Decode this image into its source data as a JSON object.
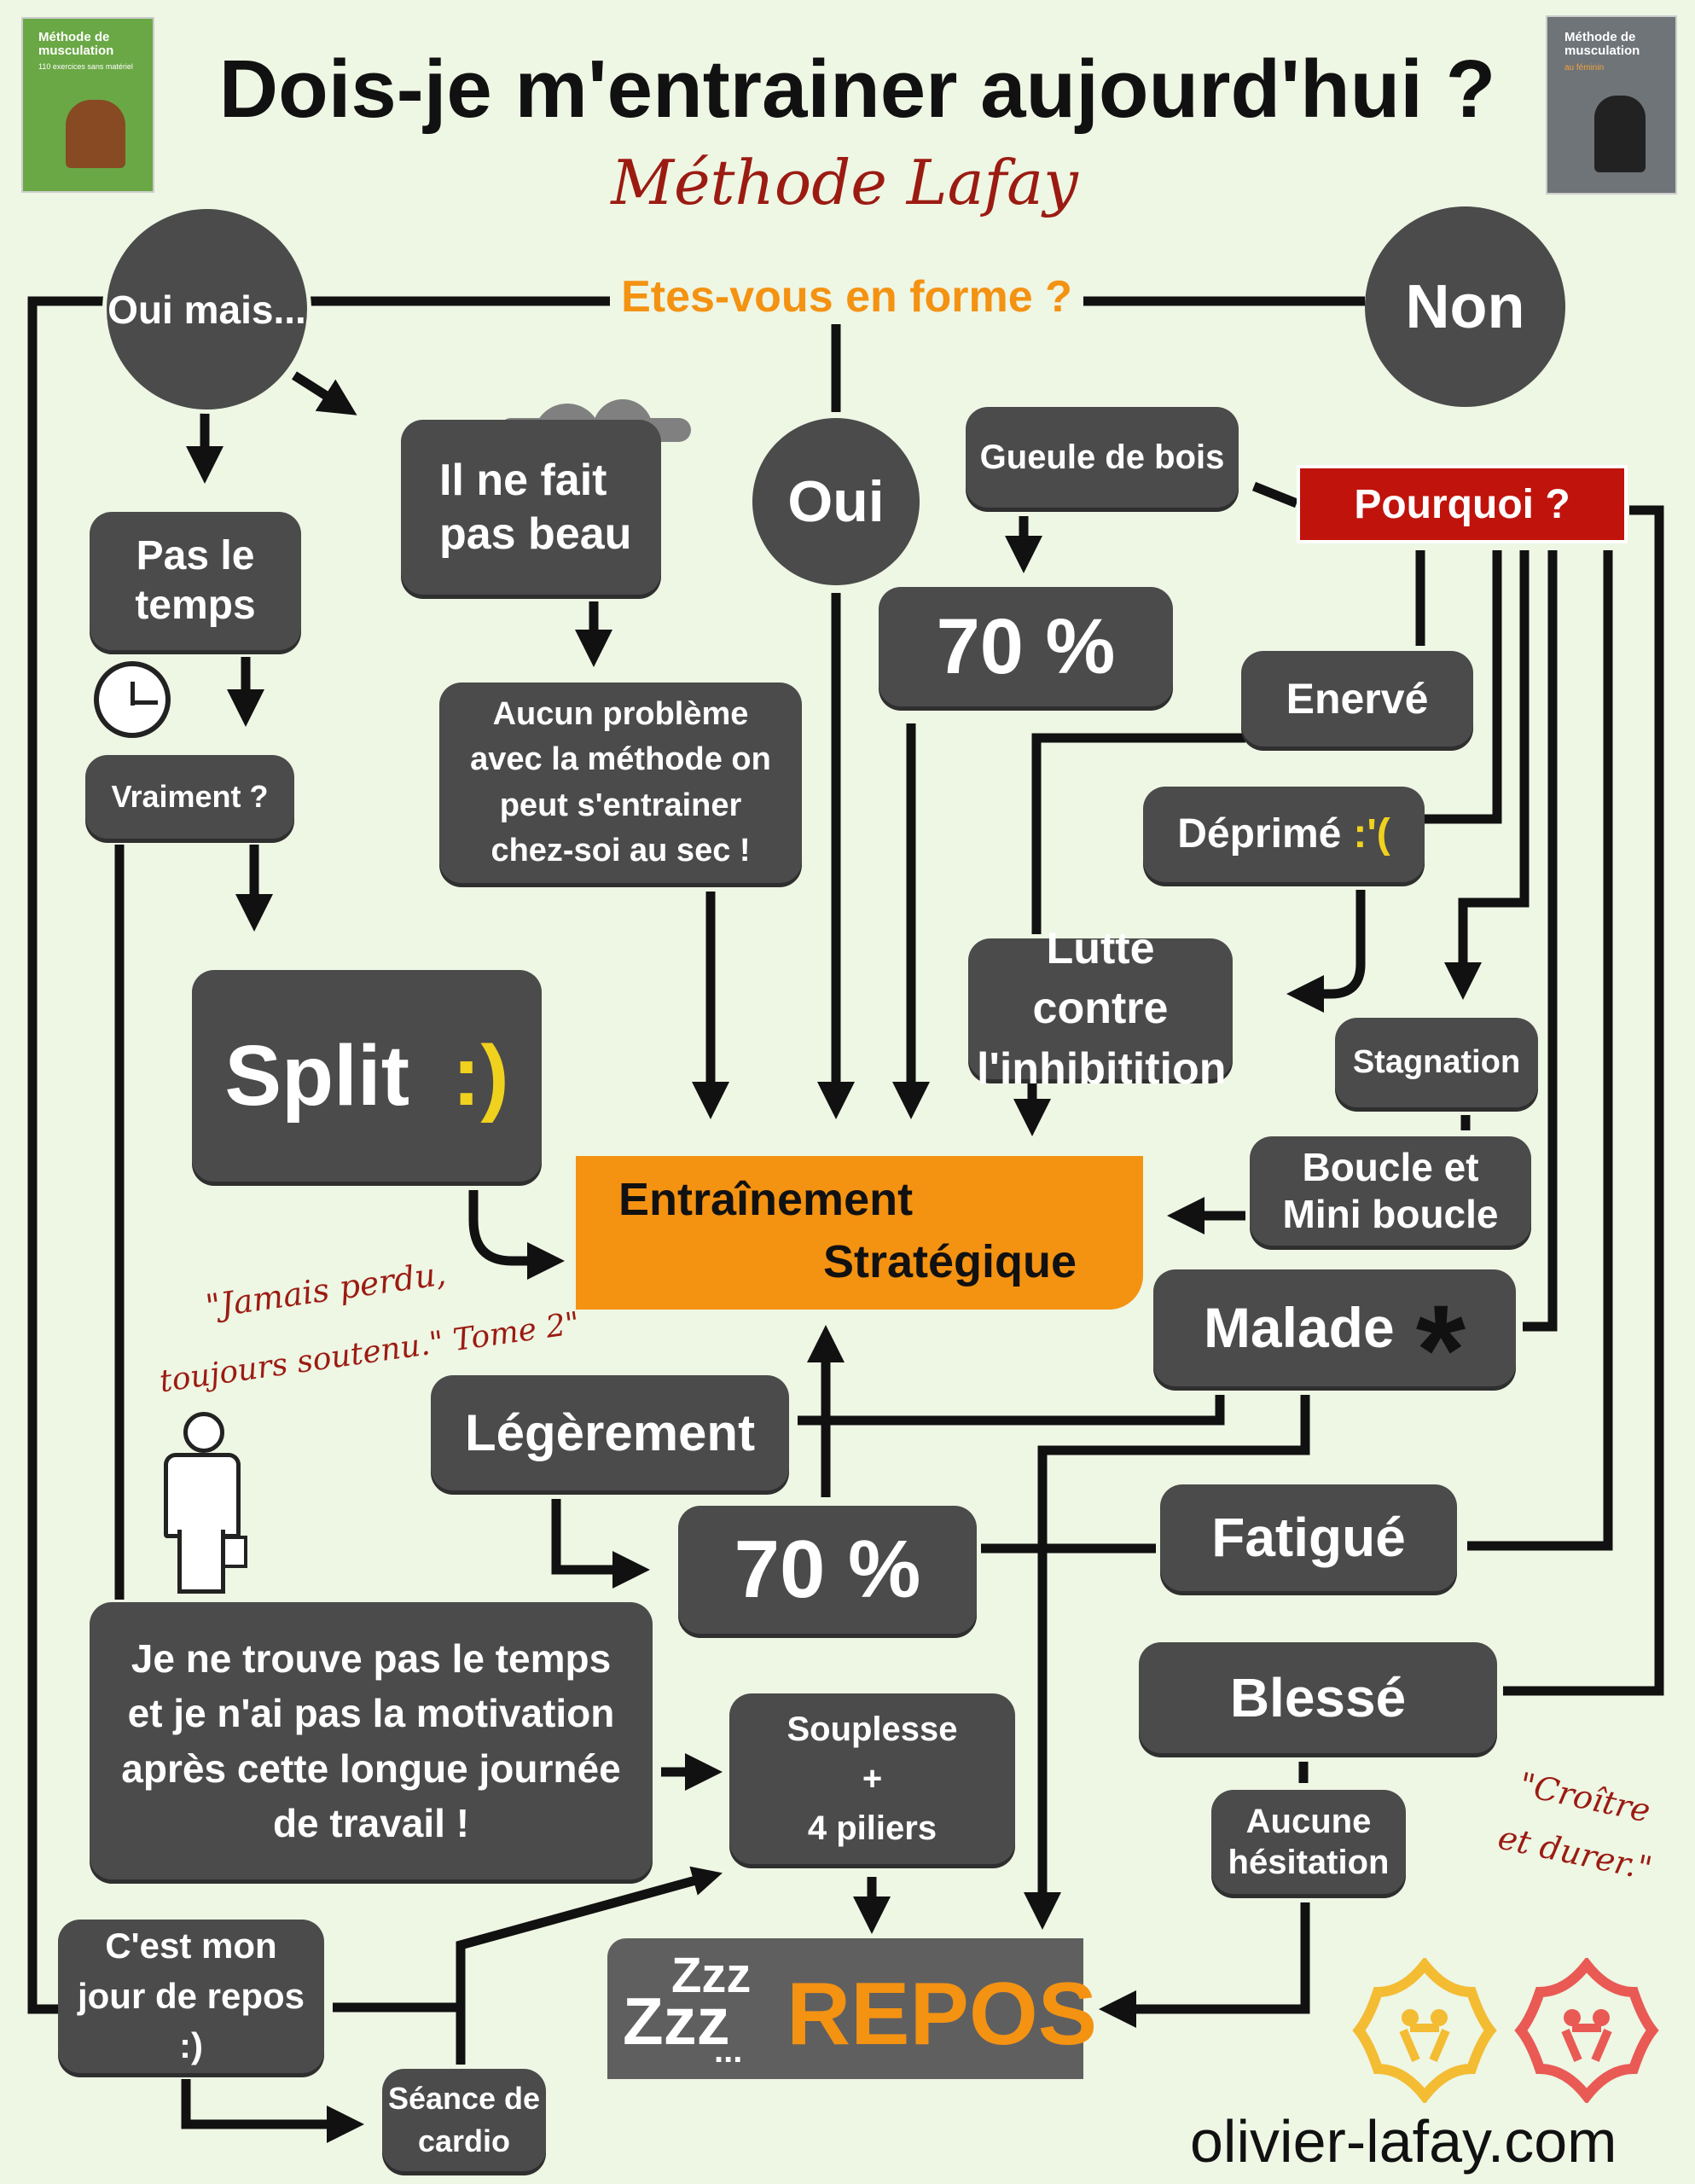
{
  "header": {
    "title": "Dois-je m'entrainer aujourd'hui ?",
    "subtitle": "Méthode Lafay",
    "book_left": {
      "title": "Méthode de musculation",
      "subtitle": "110 exercices sans matériel"
    },
    "book_right": {
      "title": "Méthode de musculation",
      "subtitle": "au féminin"
    }
  },
  "question": "Etes-vous en forme ?",
  "circles": {
    "oui_mais": "Oui mais...",
    "non": "Non",
    "oui": "Oui"
  },
  "left": {
    "pas_le_temps": "Pas le temps",
    "vraiment": "Vraiment ?",
    "split": "Split",
    "split_smiley": ":)",
    "il_ne_fait_pas_beau": "Il ne fait pas beau",
    "aucun_probleme": "Aucun problème avec la méthode on peut s'entrainer chez-soi au sec !"
  },
  "right": {
    "gueule_de_bois": "Gueule de bois",
    "pct_top": "70 %",
    "pourquoi": "Pourquoi ?",
    "enerve": "Enervé",
    "deprime": "Déprimé",
    "deprime_smiley": ":'(",
    "lutte": "Lutte contre l'inhibitition",
    "stagnation": "Stagnation",
    "boucle": "Boucle et Mini boucle",
    "malade": "Malade",
    "fatigue": "Fatigué",
    "blesse": "Blessé",
    "aucune_hesitation": "Aucune hésitation"
  },
  "center": {
    "entrainement_line1": "Entraînement",
    "entrainement_line2": "Stratégique",
    "legerement": "Légèrement",
    "pct_bottom": "70 %",
    "souplesse_line1": "Souplesse",
    "souplesse_line2": "+",
    "souplesse_line3": "4 piliers",
    "repos": "REPOS",
    "zzz1": "Zzz",
    "zzz2": "Zzz",
    "zzz_dots": "..."
  },
  "bottom_left": {
    "motivation": "Je ne trouve pas le temps et je n'ai pas la motivation après cette longue journée de travail !",
    "jour_de_repos": "C'est mon jour de repos :)",
    "cardio": "Séance de cardio"
  },
  "quotes": {
    "quote1_line1": "\"Jamais perdu,",
    "quote1_line2": "toujours soutenu.\" Tome 2\"",
    "quote2_line1": "\"Croître",
    "quote2_line2": "et durer.\""
  },
  "footer": {
    "website": "olivier-lafay.com"
  },
  "colors": {
    "box": "#4b4b4b",
    "orange": "#f49212",
    "red": "#c0130c",
    "title_red": "#9b1b12",
    "line": "#111111",
    "background": "#eef6e4"
  }
}
